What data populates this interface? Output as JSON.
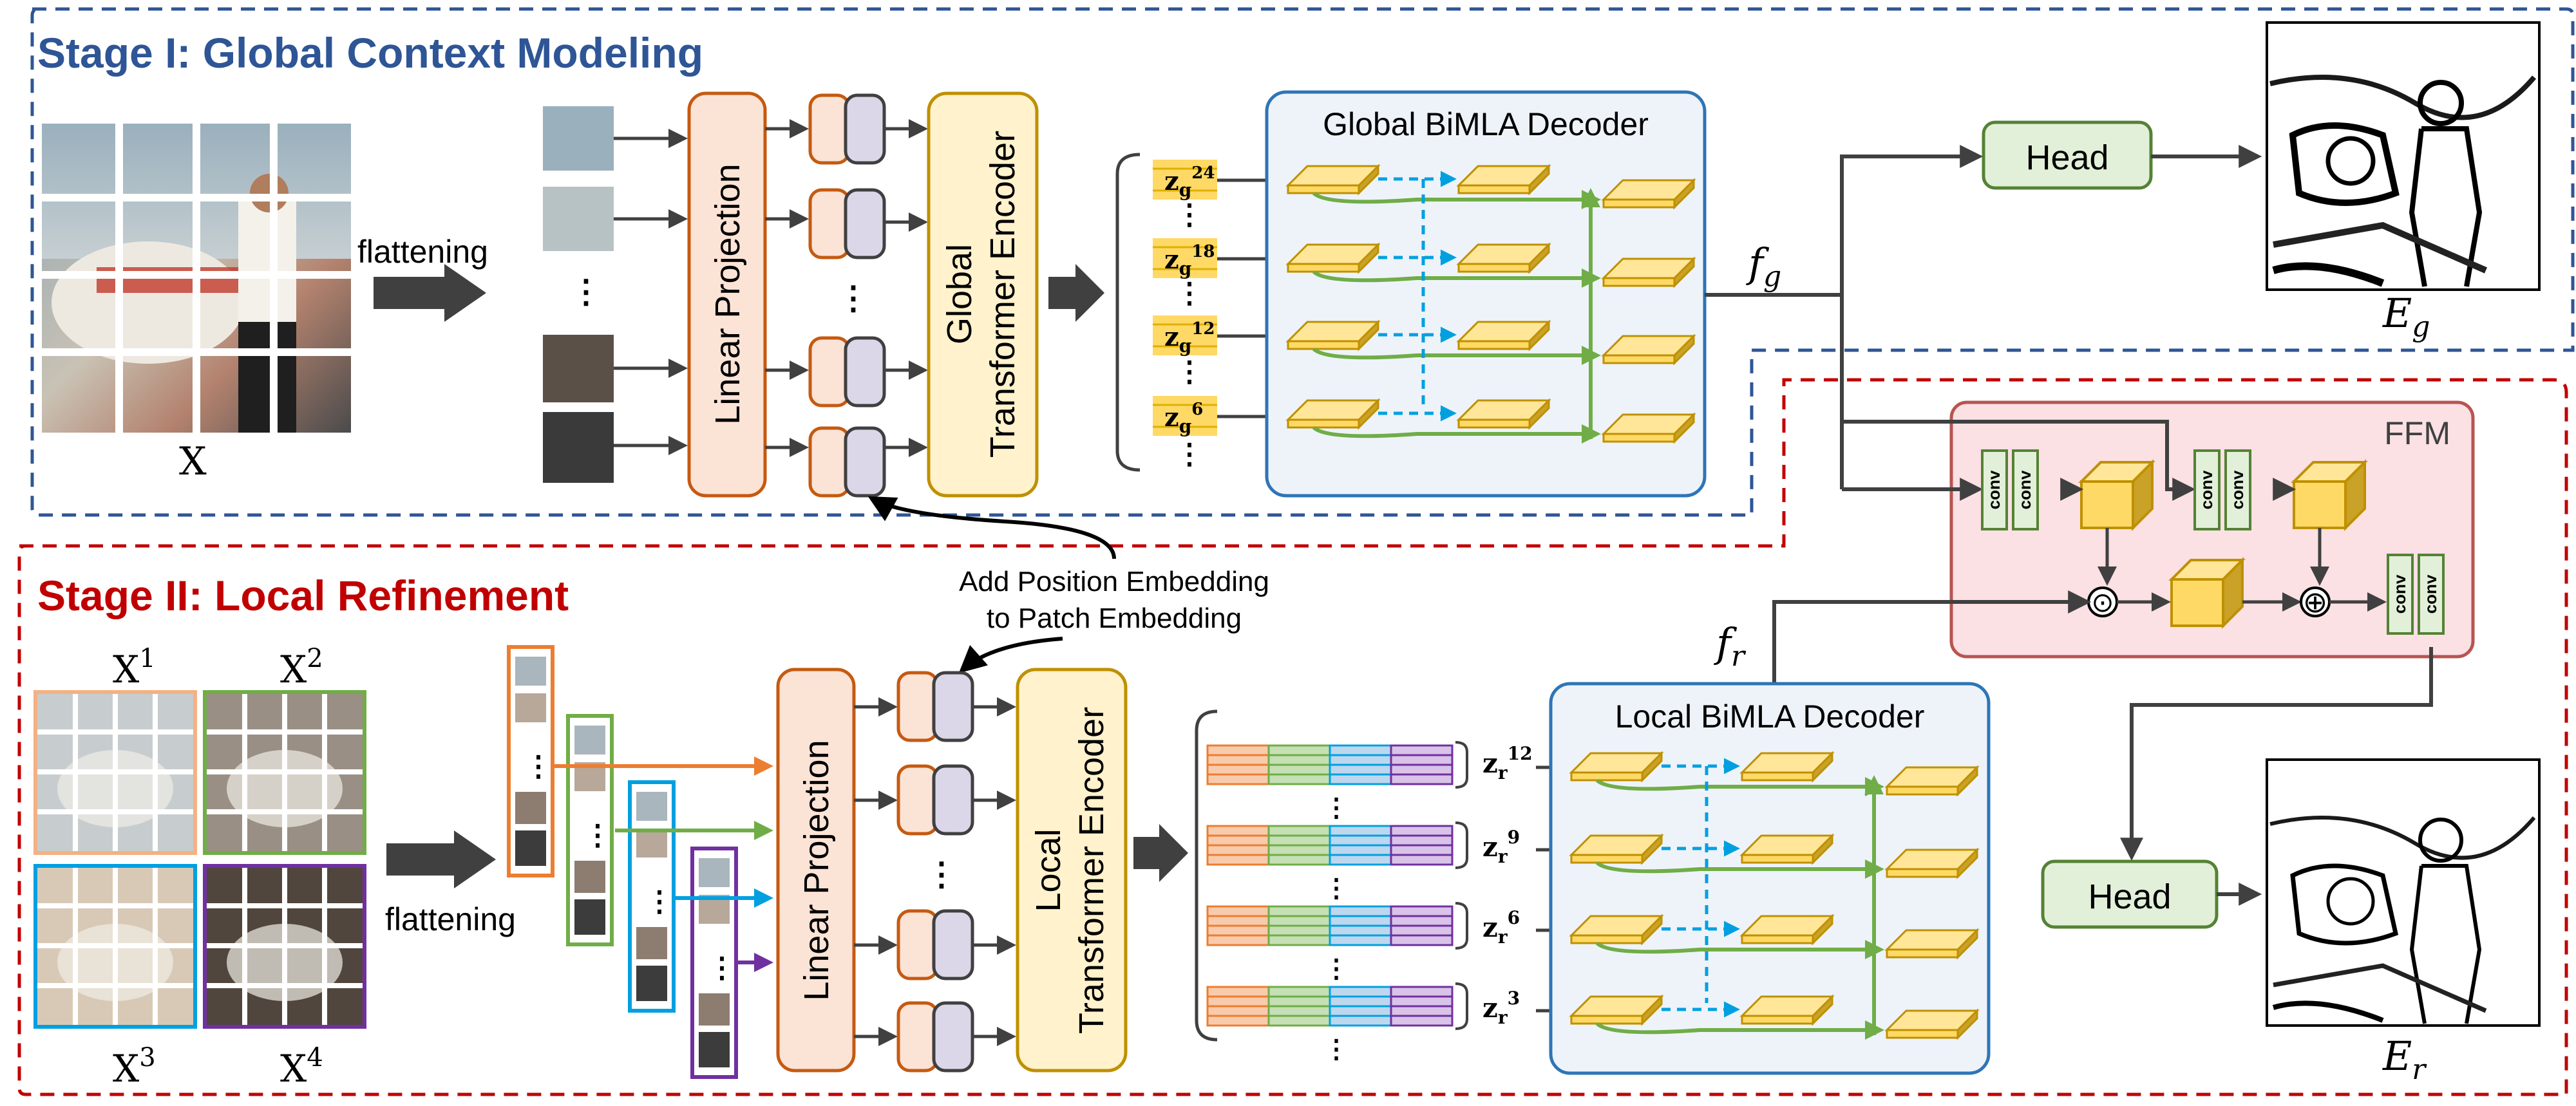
{
  "stage1": {
    "title": "Stage I: Global Context Modeling",
    "input_label": "X",
    "flatten_label": "flattening",
    "linear_projection": "Linear  Projection",
    "encoder_line1": "Global",
    "encoder_line2": "Transformer Encoder",
    "decoder_title": "Global BiMLA Decoder",
    "tokens": [
      {
        "base": "z",
        "sub": "g",
        "sup": "24"
      },
      {
        "base": "z",
        "sub": "g",
        "sup": "18"
      },
      {
        "base": "z",
        "sub": "g",
        "sup": "12"
      },
      {
        "base": "z",
        "sub": "g",
        "sup": "6"
      }
    ],
    "feature_label": {
      "base": "f",
      "sub": "g"
    },
    "head_label": "Head",
    "output_label": {
      "base": "E",
      "sub": "g"
    }
  },
  "position_note": {
    "line1": "Add Position Embedding",
    "line2": "to Patch Embedding"
  },
  "stage2": {
    "title": "Stage II: Local Refinement",
    "crop_labels": [
      {
        "base": "X",
        "sup": "1"
      },
      {
        "base": "X",
        "sup": "2"
      },
      {
        "base": "X",
        "sup": "3"
      },
      {
        "base": "X",
        "sup": "4"
      }
    ],
    "flatten_label": "flattening",
    "linear_projection": "Linear  Projection",
    "encoder_line1": "Local",
    "encoder_line2": "Transformer Encoder",
    "decoder_title": "Local BiMLA Decoder",
    "tokens": [
      {
        "base": "z",
        "sub": "r",
        "sup": "12"
      },
      {
        "base": "z",
        "sub": "r",
        "sup": "9"
      },
      {
        "base": "z",
        "sub": "r",
        "sup": "6"
      },
      {
        "base": "z",
        "sub": "r",
        "sup": "3"
      }
    ],
    "feature_label": {
      "base": "f",
      "sub": "r"
    },
    "head_label": "Head",
    "output_label": {
      "base": "E",
      "sub": "r"
    }
  },
  "ffm": {
    "title": "FFM",
    "conv_label": "conv",
    "multiply_symbol": "⊙",
    "add_symbol": "⊕"
  },
  "colors": {
    "stage1_border": "#2e5596",
    "stage1_title": "#2e5596",
    "stage2_border": "#c00000",
    "stage2_title": "#c00000",
    "linear_projection_fill": "#fbe3d6",
    "linear_projection_stroke": "#c55a11",
    "encoder_fill": "#fff2cc",
    "encoder_stroke": "#bf9000",
    "decoder_fill": "#eef3fa",
    "decoder_stroke": "#2e75b6",
    "head_fill": "#e2f0d9",
    "head_stroke": "#548235",
    "ffm_fill": "#fbe0e4",
    "ffm_stroke": "#b85450",
    "feature_tile": "#ffd966",
    "green_arrow": "#70ad47",
    "blue_arrow": "#00a0e0",
    "orange_arrow": "#ed7d31",
    "purple_arrow": "#7030a0"
  }
}
